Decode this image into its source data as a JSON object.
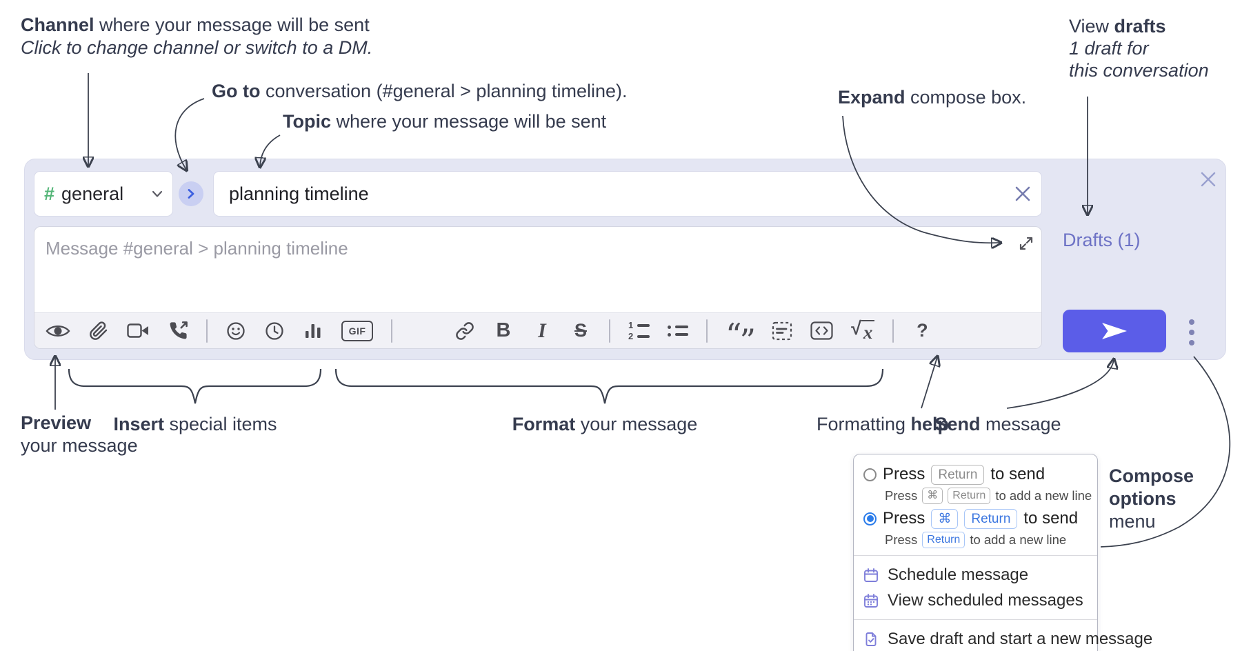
{
  "annotations": {
    "channel_bold": "Channel",
    "channel_rest": " where your message will be sent",
    "channel_line2": "Click to change channel or switch to a DM.",
    "goto_bold": "Go to",
    "goto_rest": " conversation (#general > planning timeline).",
    "topic_bold": "Topic",
    "topic_rest": " where your message will be sent",
    "expand_bold": "Expand",
    "expand_rest": " compose box.",
    "drafts_pre": "View ",
    "drafts_bold": "drafts",
    "drafts_line2": "1 draft for",
    "drafts_line3": "this conversation",
    "preview_bold": "Preview",
    "preview_line2": "your message",
    "insert_bold": "Insert",
    "insert_rest": " special items",
    "format_bold": "Format",
    "format_rest": " your message",
    "help_pre": "Formatting ",
    "help_bold": "help",
    "send_bold": "Send",
    "send_rest": " message",
    "compose_opts_line1": "Compose",
    "compose_opts_line2": "options",
    "compose_opts_line3": "menu"
  },
  "compose": {
    "channel_hash": "#",
    "channel_name": "general",
    "topic_value": "planning timeline",
    "message_placeholder": "Message #general > planning timeline",
    "drafts_link": "Drafts (1)"
  },
  "toolbar": {
    "gif_label": "GIF",
    "bold_label": "B",
    "italic_label": "I",
    "strike_label": "S",
    "numbered_1": "1",
    "numbered_2": "2",
    "quote_open": "“",
    "quote_close": "”",
    "sqrt_radical": "√",
    "sqrt_x": "x",
    "help_label": "?"
  },
  "menu": {
    "opt1_press": "Press",
    "opt1_key": "Return",
    "opt1_suffix": "to send",
    "opt1_sub_press": "Press",
    "opt1_sub_key1": "⌘",
    "opt1_sub_key2": "Return",
    "opt1_sub_suffix": "to add a new line",
    "opt2_press": "Press",
    "opt2_key1": "⌘",
    "opt2_key2": "Return",
    "opt2_suffix": "to send",
    "opt2_sub_press": "Press",
    "opt2_sub_key1": "Return",
    "opt2_sub_suffix": "to add a new line",
    "item_schedule": "Schedule message",
    "item_view_scheduled": "View scheduled messages",
    "item_save_draft": "Save draft and start a new message"
  },
  "colors": {
    "send_button": "#5b5de8",
    "compose_bg": "#e4e6f3",
    "drafts_link": "#6d72c5",
    "radio_selected": "#2b7cea",
    "menu_icon_purple": "#7e7eda",
    "channel_hash_green": "#53b577",
    "goto_chevron_blue": "#3c5fe0"
  }
}
